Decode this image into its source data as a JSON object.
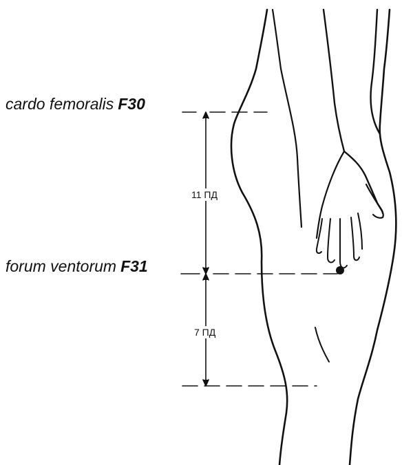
{
  "points": [
    {
      "name": "cardo femoralis",
      "code": "F30"
    },
    {
      "name": "forum ventorum",
      "code": "F31"
    }
  ],
  "measurements": [
    {
      "text": "11 ПД"
    },
    {
      "text": "7 ПД"
    }
  ],
  "colors": {
    "ink": "#111111",
    "background": "#ffffff"
  }
}
